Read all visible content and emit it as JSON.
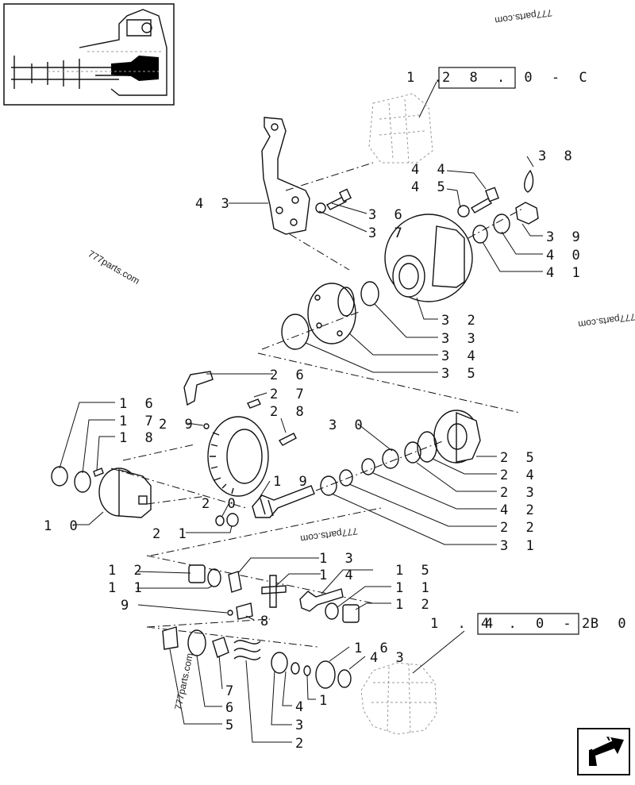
{
  "callouts": [
    {
      "n": "43",
      "text": "4 3"
    },
    {
      "n": "36",
      "text": "3 6"
    },
    {
      "n": "37",
      "text": "3 7"
    },
    {
      "n": "44",
      "text": "4 4"
    },
    {
      "n": "45",
      "text": "4 5"
    },
    {
      "n": "38",
      "text": "3 8"
    },
    {
      "n": "39",
      "text": "3 9"
    },
    {
      "n": "40",
      "text": "4 0"
    },
    {
      "n": "41",
      "text": "4 1"
    },
    {
      "n": "32",
      "text": "3 2"
    },
    {
      "n": "33",
      "text": "3 3"
    },
    {
      "n": "34",
      "text": "3 4"
    },
    {
      "n": "35",
      "text": "3 5"
    },
    {
      "n": "26",
      "text": "2 6"
    },
    {
      "n": "27",
      "text": "2 7"
    },
    {
      "n": "28",
      "text": "2 8"
    },
    {
      "n": "29",
      "text": "2 9"
    },
    {
      "n": "30",
      "text": "3 0"
    },
    {
      "n": "25",
      "text": "2 5"
    },
    {
      "n": "24",
      "text": "2 4"
    },
    {
      "n": "23",
      "text": "2 3"
    },
    {
      "n": "42",
      "text": "4 2"
    },
    {
      "n": "22",
      "text": "2 2"
    },
    {
      "n": "31",
      "text": "3 1"
    },
    {
      "n": "16a",
      "text": "1 6"
    },
    {
      "n": "17",
      "text": "1 7"
    },
    {
      "n": "18",
      "text": "1 8"
    },
    {
      "n": "19",
      "text": "1 9"
    },
    {
      "n": "20",
      "text": "2 0"
    },
    {
      "n": "21",
      "text": "2 1"
    },
    {
      "n": "10",
      "text": "1 0"
    },
    {
      "n": "13",
      "text": "1 3"
    },
    {
      "n": "14",
      "text": "1 4"
    },
    {
      "n": "15",
      "text": "1 5"
    },
    {
      "n": "12a",
      "text": "1 2"
    },
    {
      "n": "11a",
      "text": "1 1"
    },
    {
      "n": "11b",
      "text": "1 1"
    },
    {
      "n": "12b",
      "text": "1 2"
    },
    {
      "n": "9",
      "text": "9"
    },
    {
      "n": "8",
      "text": "8"
    },
    {
      "n": "16b",
      "text": "1 6"
    },
    {
      "n": "43b",
      "text": "4 3"
    },
    {
      "n": "7",
      "text": "7"
    },
    {
      "n": "6",
      "text": "6"
    },
    {
      "n": "5",
      "text": "5"
    },
    {
      "n": "4",
      "text": "4"
    },
    {
      "n": "1",
      "text": "1"
    },
    {
      "n": "3",
      "text": "3"
    },
    {
      "n": "2",
      "text": "2"
    }
  ],
  "refs": {
    "top": {
      "prefix": "1 .",
      "boxed": "2 8 . 0 - C"
    },
    "bottom": {
      "prefix": "1 . 4",
      "boxed": "4 . 0 - B  0",
      "suffix": "2"
    }
  },
  "watermark": "777parts.com",
  "watermark_partial": "777parts.com",
  "nav_icon": "arrow-next-page-icon"
}
